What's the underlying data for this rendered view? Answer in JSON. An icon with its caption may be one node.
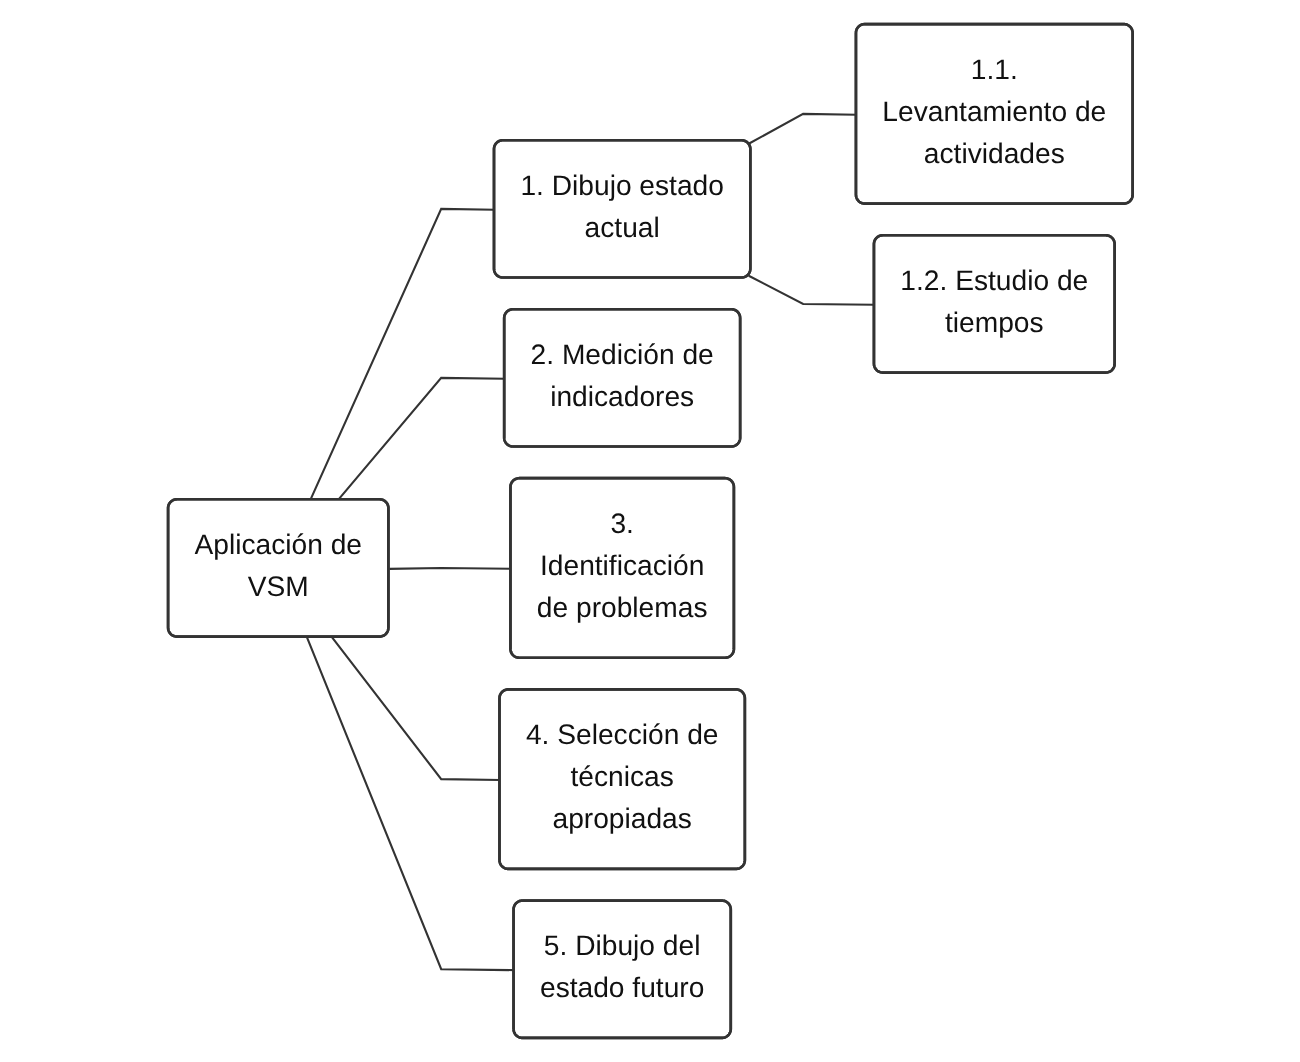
{
  "diagram": {
    "nodes": [
      {
        "text": [
          "Aplicación de VSM"
        ]
      },
      {
        "text": [
          "1. Dibujo estado actual"
        ]
      },
      {
        "text": [
          "1.1. Levantamiento de actividades"
        ]
      },
      {
        "text": [
          "1.2. Estudio de tiempos"
        ]
      },
      {
        "text": [
          "2. Medición de indicadores"
        ]
      },
      {
        "text": [
          "3. Identificación de problemas"
        ]
      },
      {
        "text": [
          "4. Selección de técnicas apropiadas"
        ]
      },
      {
        "text": [
          "5. Dibujo del estado futuro"
        ]
      }
    ],
    "edges": [
      {
        "from": 0,
        "to": 1,
        "arrow": "none"
      },
      {
        "from": 0,
        "to": 4,
        "arrow": "none"
      },
      {
        "from": 0,
        "to": 5,
        "arrow": "none"
      },
      {
        "from": 0,
        "to": 6,
        "arrow": "none"
      },
      {
        "from": 0,
        "to": 7,
        "arrow": "none"
      },
      {
        "from": 1,
        "to": 2,
        "arrow": "none"
      },
      {
        "from": 1,
        "to": 3,
        "arrow": "none"
      }
    ]
  }
}
